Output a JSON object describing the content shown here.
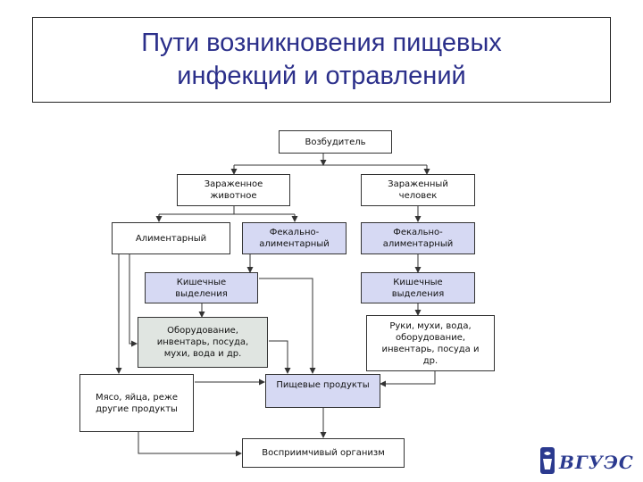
{
  "title": "Пути возникновения пищевых\nинфекций и отравлений",
  "nodes": {
    "pathogen": "Возбудитель",
    "infected_animal": "Зараженное\nживотное",
    "infected_human": "Зараженный\nчеловек",
    "alimentary": "Алиментарный",
    "fecal_oral_animal": "Фекально-\nалиментарный",
    "fecal_oral_human": "Фекально-\nалиментарный",
    "intestinal_animal": "Кишечные\nвыделения",
    "intestinal_human": "Кишечные\nвыделения",
    "equipment": "Оборудование,\nинвентарь, посуда,\nмухи, вода и др.",
    "hands_flies": "Руки, мухи, вода,\nоборудование,\nинвентарь, посуда и\nдр.",
    "meat_eggs": "Мясо, яйца, реже\nдругие продукты",
    "food_products": "Пищевые продукты",
    "susceptible": "Восприимчивый организм"
  },
  "logo": {
    "text": "ВГУЭС",
    "icon": "university-emblem-icon"
  },
  "colors": {
    "title": "#2b2f8a",
    "blue_fill": "#d6d9f3",
    "gray_fill": "#e0e5e1",
    "line": "#333333"
  }
}
